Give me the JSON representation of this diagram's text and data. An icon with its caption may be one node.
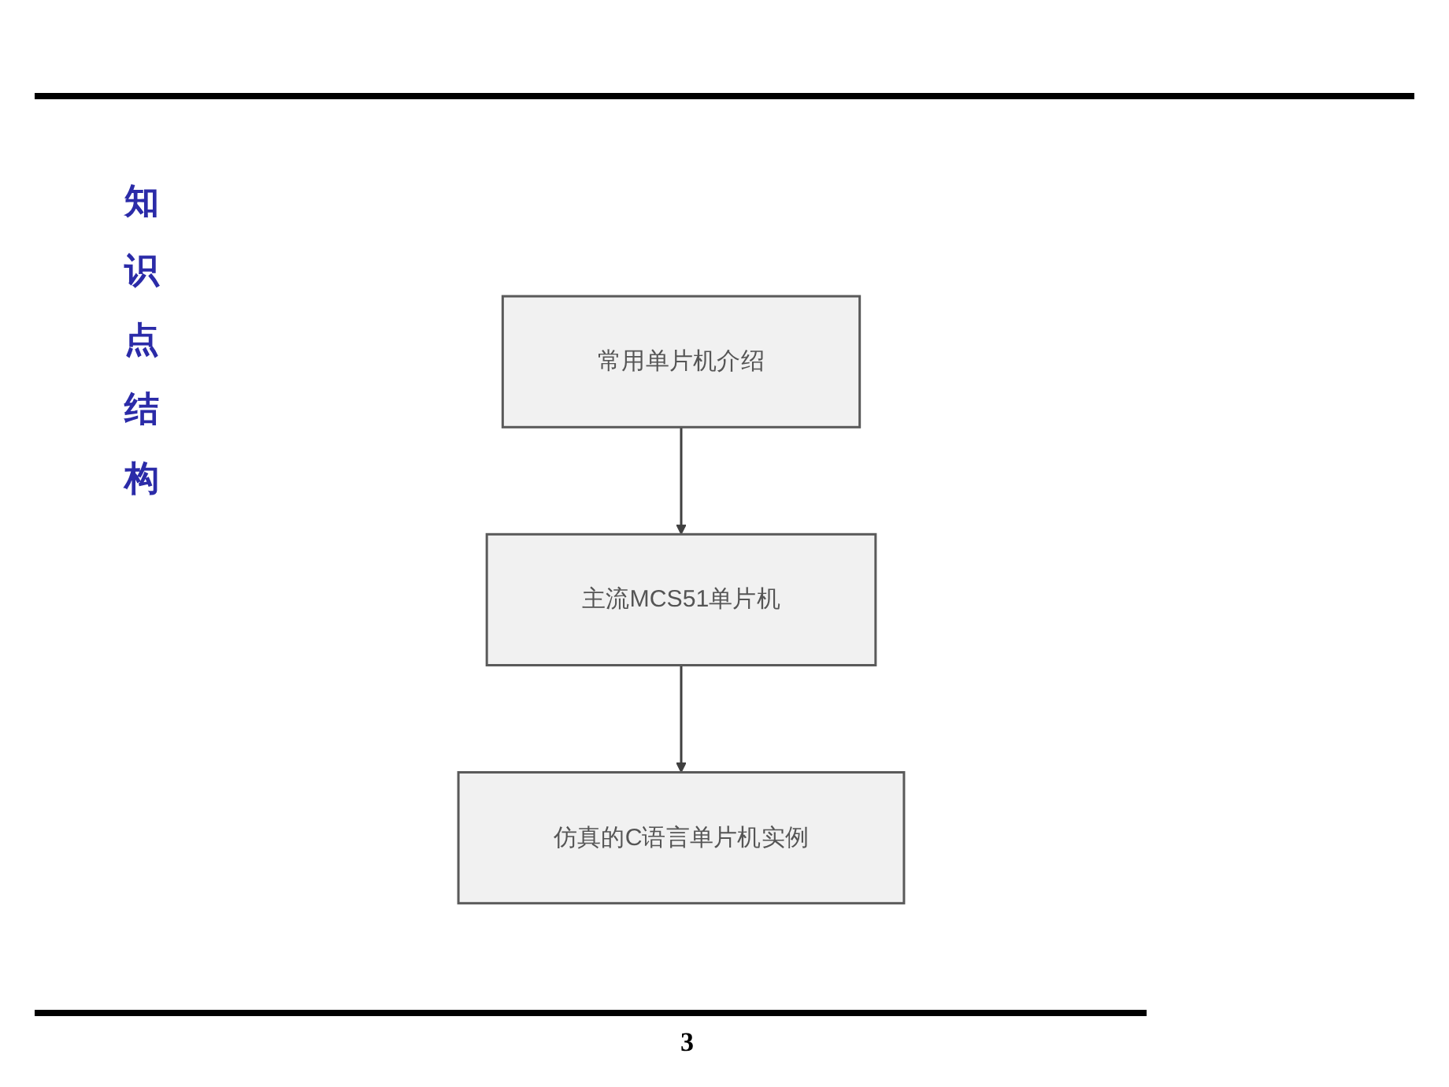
{
  "diagram": {
    "title": "知识点结构",
    "nodes": [
      {
        "text": [
          "常用单片机介绍"
        ]
      },
      {
        "text": [
          "主流MCS51单片机"
        ]
      },
      {
        "text": [
          "仿真的C语言单片机实例"
        ]
      }
    ],
    "edges": [
      {
        "from": 0,
        "to": 1,
        "arrow": "to"
      },
      {
        "from": 1,
        "to": 2,
        "arrow": "to"
      }
    ],
    "labels": [
      "3"
    ]
  }
}
